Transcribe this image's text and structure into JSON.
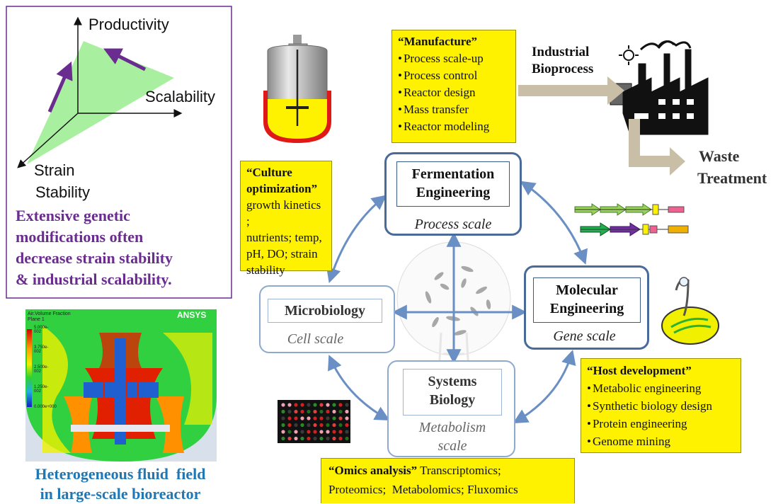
{
  "triangle": {
    "axis_y": "Productivity",
    "axis_x": "Scalability",
    "axis_z_line1": "Strain",
    "axis_z_line2": "Stability",
    "caption_lines": [
      "Extensive genetic",
      "modifications often",
      "decrease strain stability",
      "& industrial scalability."
    ]
  },
  "cfd": {
    "logo": "ANSYS",
    "legend_title_1": "Air.Volume Fraction",
    "legend_title_2": "Plane 1",
    "legend_ticks": [
      "5.000e-002",
      "3.750e-002",
      "2.500e-002",
      "1.250e-002",
      "0.000e+000"
    ],
    "caption_lines": [
      "Heterogeneous fluid  field",
      "in large-scale bioreactor"
    ]
  },
  "manufacture": {
    "title": "“Manufacture”",
    "items": [
      "Process scale-up",
      "Process control",
      "Reactor design",
      "Mass transfer",
      "Reactor modeling"
    ]
  },
  "industrial": {
    "line1": "Industrial",
    "line2": "Bioprocess"
  },
  "waste": {
    "line1": "Waste",
    "line2": "Treatment"
  },
  "culture": {
    "title_line1": "“Culture",
    "title_line2": "optimization”",
    "lines": [
      "growth kinetics ;",
      "nutrients; temp,",
      "pH, DO; strain",
      "stability"
    ]
  },
  "fermentation": {
    "title_line1": "Fermentation",
    "title_line2": "Engineering",
    "scale": "Process scale"
  },
  "microbiology": {
    "title": "Microbiology",
    "scale": "Cell scale"
  },
  "molecular": {
    "title_line1": "Molecular",
    "title_line2": "Engineering",
    "scale": "Gene scale"
  },
  "systems": {
    "title_line1": "Systems",
    "title_line2": "Biology",
    "scale_line1": "Metabolism",
    "scale_line2": "scale"
  },
  "host": {
    "title": "“Host development”",
    "items": [
      "Metabolic engineering",
      "Synthetic biology design",
      "Protein engineering",
      "Genome mining"
    ]
  },
  "omics": {
    "title": "“Omics analysis”",
    "line1_rest": " Transcriptomics;",
    "line2": "Proteomics;  Metabolomics; Fluxomics"
  },
  "colors": {
    "purple": "#6a2c8f",
    "blue_caption": "#1f78b4",
    "yellow": "#fff200",
    "box_border": "#4a6a9a",
    "arrow_blue": "#6a8fc4",
    "arrow_tan": "#c8bfa6",
    "plane_green": "#a8f0a0"
  }
}
